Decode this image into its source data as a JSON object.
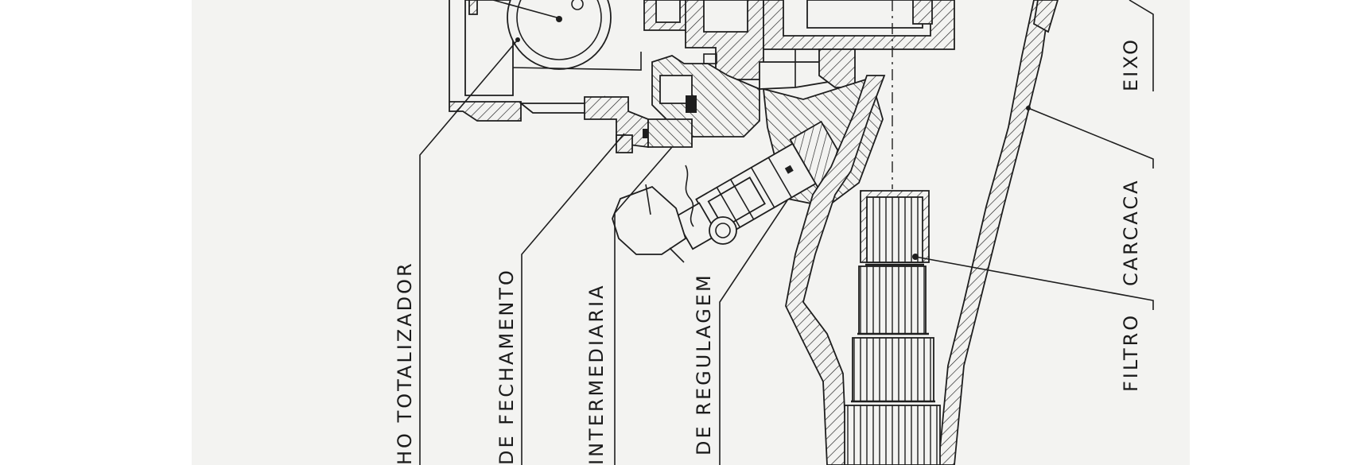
{
  "labels": {
    "totalizador": "HO TOTALIZADOR",
    "fechamento": "DE FECHAMENTO",
    "intermediaria": "INTERMEDIARIA",
    "regulagem": "DE REGULAGEM",
    "filtro": "FILTRO",
    "carcaca": "CARCACA",
    "eixo": "EIXO"
  },
  "colors": {
    "paper": "#f3f3f1",
    "ink": "#1e1e1e",
    "margin": "#ffffff"
  }
}
